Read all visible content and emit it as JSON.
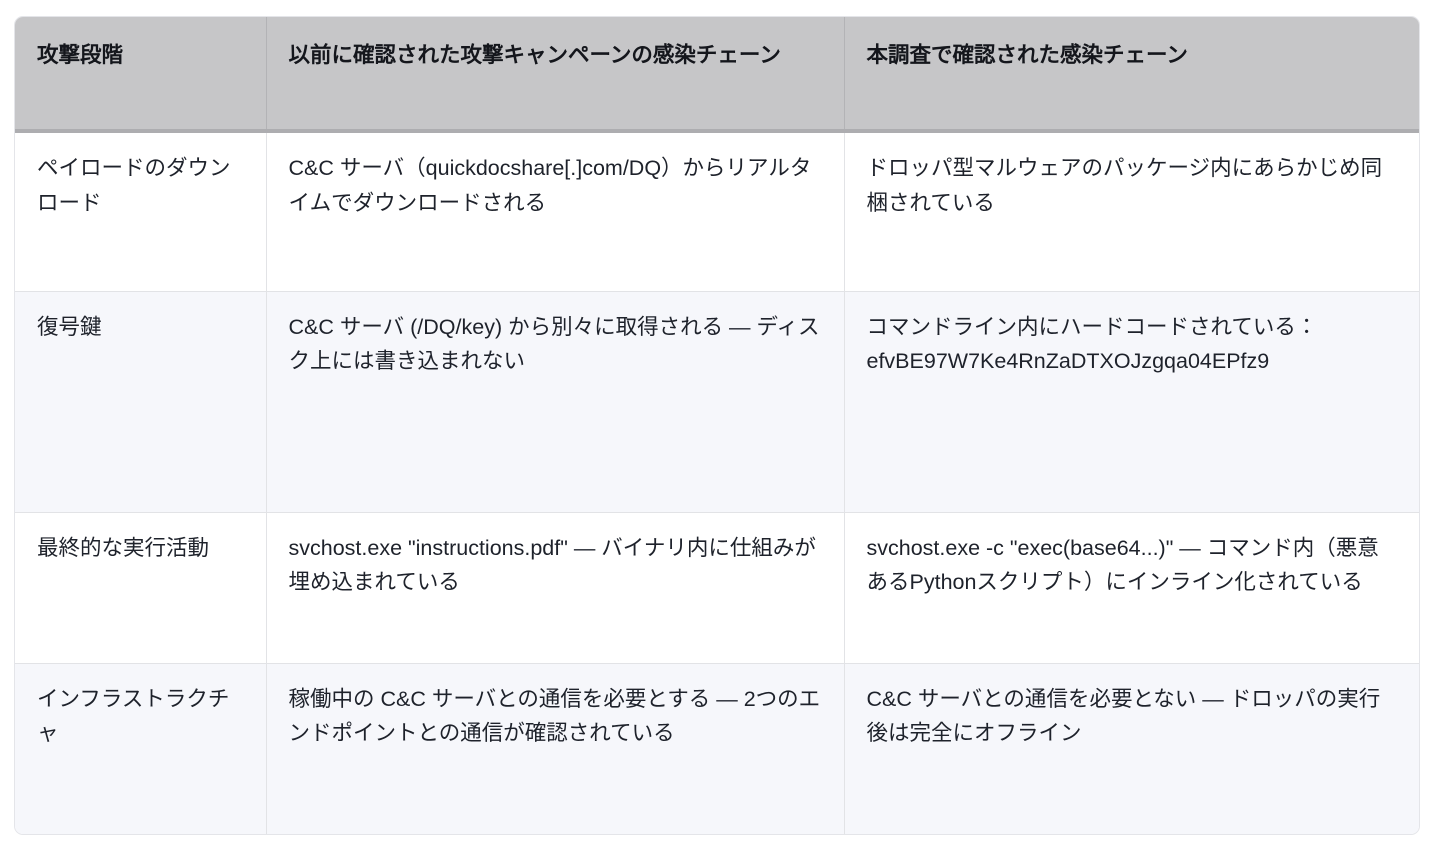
{
  "table": {
    "columns": [
      {
        "key": "stage",
        "label": "攻撃段階"
      },
      {
        "key": "previous",
        "label": "以前に確認された攻撃キャンペーンの感染チェーン"
      },
      {
        "key": "current",
        "label": "本調査で確認された感染チェーン"
      }
    ],
    "rows": [
      {
        "stage": "ペイロードのダウンロード",
        "previous": "C&C サーバ（quickdocshare[.]com/DQ）からリアルタイムでダウンロードされる",
        "current": "ドロッパ型マルウェアのパッケージ内にあらかじめ同梱されている"
      },
      {
        "stage": "復号鍵",
        "previous": "C&C サーバ (/DQ/key) から別々に取得される ― ディスク上には書き込まれない",
        "current": "コマンドライン内にハードコードされている：efvBE97W7Ke4RnZaDTXOJzgqa04EPfz9"
      },
      {
        "stage": "最終的な実行活動",
        "previous": "svchost.exe \"instructions.pdf\" ― バイナリ内に仕組みが埋め込まれている",
        "current": "svchost.exe -c \"exec(base64...)\" ― コマンド内（悪意あるPythonスクリプト）にインライン化されている"
      },
      {
        "stage": "インフラストラクチャ",
        "previous": "稼働中の C&C サーバとの通信を必要とする ― 2つのエンドポイントとの通信が確認されている",
        "current": "C&C サーバとの通信を必要とない ― ドロッパの実行後は完全にオフライン"
      }
    ]
  },
  "colors": {
    "header_background": "#c6c6c8",
    "header_bottom_border": "#adadb0",
    "row_alt_background": "#f6f7fb",
    "row_plain_background": "#ffffff",
    "grid_line": "#e2e3e6",
    "text": "#1e222b",
    "page_background": "#ffffff"
  }
}
